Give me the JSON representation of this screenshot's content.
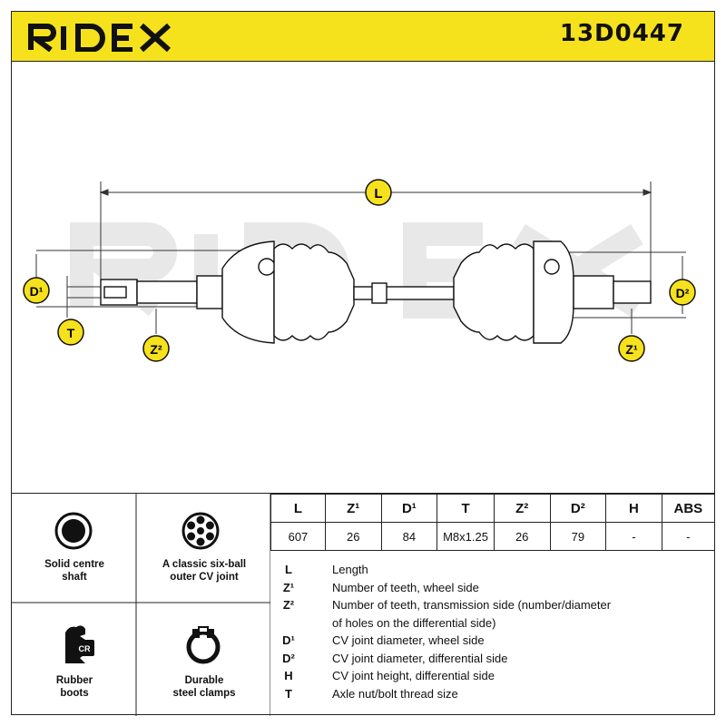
{
  "header": {
    "brand": "RIDEX",
    "part_number": "13D0447"
  },
  "diagram": {
    "labels": {
      "L": "L",
      "D1": "D¹",
      "T": "T",
      "Z2": "Z²",
      "D2": "D²",
      "Z1": "Z¹"
    },
    "watermark": "RIDEX"
  },
  "features": [
    {
      "icon": "solid-shaft-icon",
      "label": "Solid centre\nshaft"
    },
    {
      "icon": "six-ball-joint-icon",
      "label": "A classic six-ball\nouter CV joint"
    },
    {
      "icon": "rubber-boot-icon",
      "label": "Rubber\nboots",
      "badge": "CR"
    },
    {
      "icon": "steel-clamp-icon",
      "label": "Durable\nsteel clamps"
    }
  ],
  "spec_table": {
    "headers": [
      "L",
      "Z¹",
      "D¹",
      "T",
      "Z²",
      "D²",
      "H",
      "ABS"
    ],
    "values": [
      "607",
      "26",
      "84",
      "M8x1.25",
      "26",
      "79",
      "-",
      "-"
    ]
  },
  "legend": [
    {
      "key": "L",
      "text": "Length"
    },
    {
      "key": "Z¹",
      "text": "Number of teeth, wheel side"
    },
    {
      "key": "Z²",
      "text": "Number of teeth, transmission side (number/diameter"
    },
    {
      "key": "",
      "text": "of holes on the differential side)"
    },
    {
      "key": "D¹",
      "text": "CV joint diameter, wheel side"
    },
    {
      "key": "D²",
      "text": "CV joint diameter, differential side"
    },
    {
      "key": "H",
      "text": "CV joint height, differential side"
    },
    {
      "key": "T",
      "text": "Axle nut/bolt thread size"
    }
  ],
  "colors": {
    "accent": "#f6e11d",
    "dark": "#111111"
  }
}
